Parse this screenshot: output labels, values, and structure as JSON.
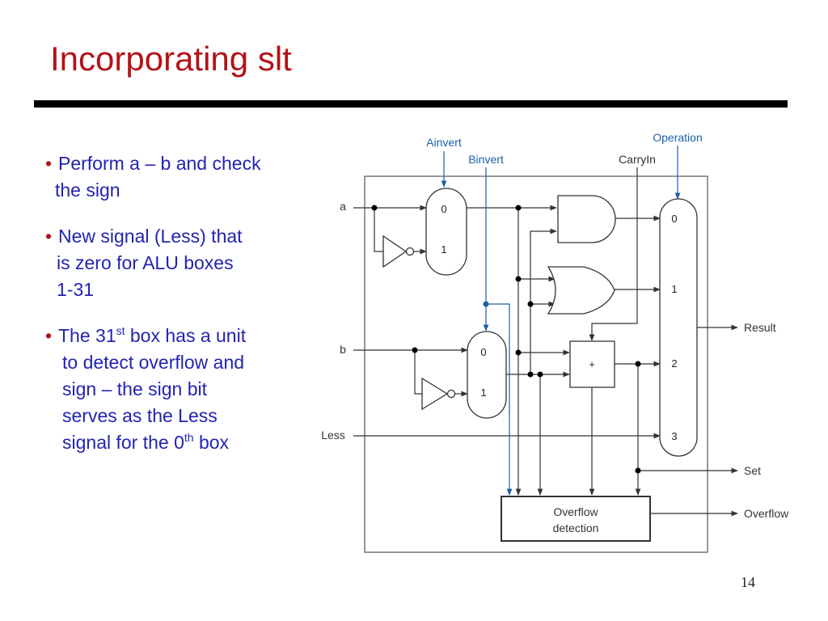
{
  "slide": {
    "title": "Incorporating slt",
    "page_number": "14"
  },
  "bullets": {
    "marker": "•",
    "b1": {
      "l1": "Perform a – b and check",
      "l2": "the sign"
    },
    "b2": {
      "l1": "New signal (Less) that",
      "l2": "is zero for ALU boxes",
      "l3": "1-31"
    },
    "b3": {
      "l1_pre": "The 31",
      "l1_sup": "st",
      "l1_post": " box has a unit",
      "l2": "to detect overflow and",
      "l3": "sign – the sign bit",
      "l4": "serves as the Less",
      "l5_pre": "signal for the 0",
      "l5_sup": "th",
      "l5_post": " box"
    }
  },
  "diagram": {
    "control_labels": {
      "ainvert": "Ainvert",
      "binvert": "Binvert",
      "carryin": "CarryIn",
      "operation": "Operation"
    },
    "input_labels": {
      "a": "a",
      "b": "b",
      "less": "Less"
    },
    "output_labels": {
      "result": "Result",
      "set": "Set",
      "overflow": "Overflow"
    },
    "mux_a": {
      "in0": "0",
      "in1": "1"
    },
    "mux_b": {
      "in0": "0",
      "in1": "1"
    },
    "result_mux": {
      "in0": "0",
      "in1": "1",
      "in2": "2",
      "in3": "3"
    },
    "adder_label": "+",
    "overflow_unit": {
      "line1": "Overflow",
      "line2": "detection"
    }
  },
  "colors": {
    "title": "#b31217",
    "bullet_text": "#2323b0",
    "control_signal": "#1f5fa8",
    "wire": "#333333"
  }
}
